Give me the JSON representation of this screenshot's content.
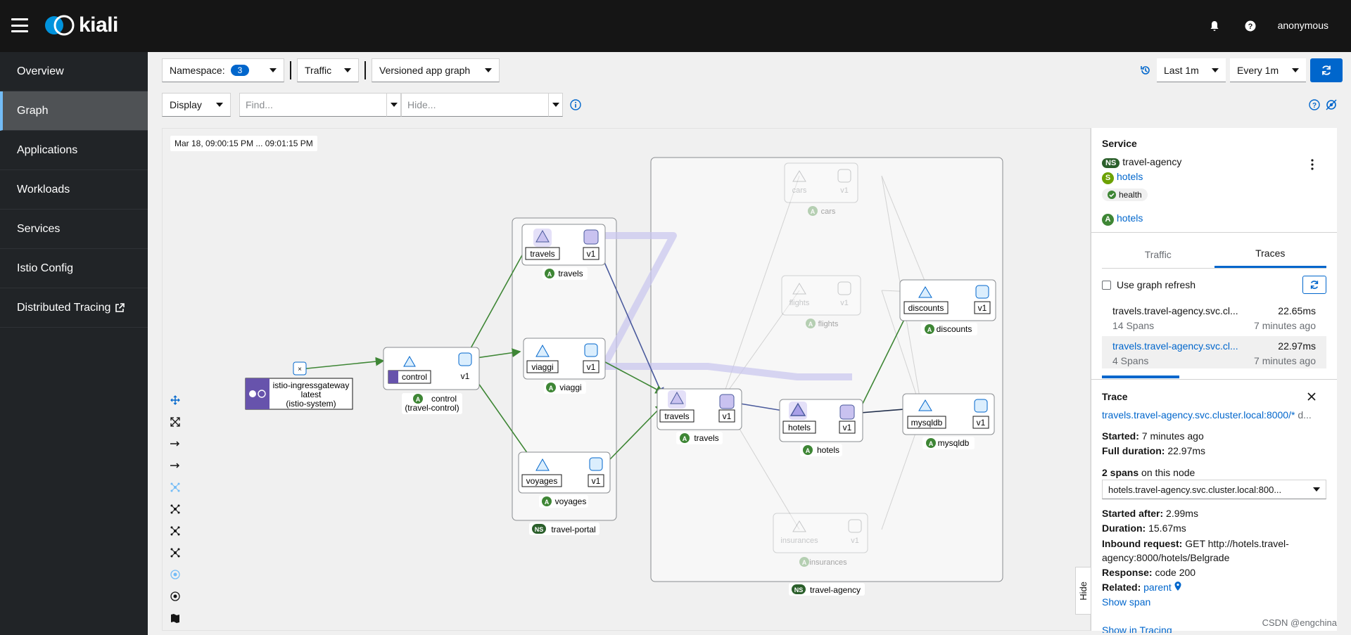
{
  "masthead": {
    "brand": "kiali",
    "user": "anonymous"
  },
  "sidebar": {
    "items": [
      {
        "label": "Overview",
        "active": false
      },
      {
        "label": "Graph",
        "active": true
      },
      {
        "label": "Applications",
        "active": false
      },
      {
        "label": "Workloads",
        "active": false
      },
      {
        "label": "Services",
        "active": false
      },
      {
        "label": "Istio Config",
        "active": false
      },
      {
        "label": "Distributed Tracing",
        "active": false
      }
    ]
  },
  "toolbar": {
    "namespace_label": "Namespace:",
    "namespace_count": "3",
    "traffic_label": "Traffic",
    "graph_type": "Versioned app graph",
    "duration": "Last 1m",
    "refresh_interval": "Every 1m",
    "display_label": "Display",
    "find_placeholder": "Find...",
    "hide_placeholder": "Hide..."
  },
  "graph": {
    "timestamp": "Mar 18, 09:00:15 PM ... 09:01:15 PM",
    "namespaces": {
      "portal": "travel-portal",
      "agency": "travel-agency",
      "ns_badge": "NS"
    },
    "nodes": {
      "ingress": [
        "istio-ingressgateway",
        "latest",
        "(istio-system)"
      ],
      "control": "control",
      "control_app": [
        "control",
        "(travel-control)"
      ],
      "travels": "travels",
      "viaggi": "viaggi",
      "voyages": "voyages",
      "cars": "cars",
      "flights": "flights",
      "insurances": "insurances",
      "discounts": "discounts",
      "hotels": "hotels",
      "mysqldb": "mysqldb",
      "version": "v1",
      "app_badge": "A"
    }
  },
  "panel": {
    "title": "Service",
    "namespace_badge": "NS",
    "namespace": "travel-agency",
    "service_badge": "S",
    "service": "hotels",
    "health": "health",
    "app_badge": "A",
    "app": "hotels",
    "tabs": [
      "Traffic",
      "Traces"
    ],
    "use_graph_refresh": "Use graph refresh",
    "traces": [
      {
        "name": "travels.travel-agency.svc.cl...",
        "duration": "22.65ms",
        "spans": "14 Spans",
        "age": "7 minutes ago"
      },
      {
        "name": "travels.travel-agency.svc.cl...",
        "duration": "22.97ms",
        "spans": "4 Spans",
        "age": "7 minutes ago"
      }
    ],
    "trace": {
      "title": "Trace",
      "link": "travels.travel-agency.svc.cluster.local:8000/*",
      "link_more": "d...",
      "started_label": "Started:",
      "started": "7 minutes ago",
      "full_duration_label": "Full duration:",
      "full_duration": "22.97ms",
      "spans_count": "2 spans",
      "spans_suffix": "on this node",
      "span_select": "hotels.travel-agency.svc.cluster.local:800...",
      "started_after_label": "Started after:",
      "started_after": "2.99ms",
      "duration_label": "Duration:",
      "duration": "15.67ms",
      "inbound_label": "Inbound request:",
      "inbound": "GET http://hotels.travel-agency:8000/hotels/Belgrade",
      "response_label": "Response:",
      "response": "code 200",
      "related_label": "Related:",
      "related": "parent",
      "show_span": "Show span",
      "show_in_tracing": "Show in Tracing"
    }
  },
  "hide_label": "Hide",
  "watermark": "CSDN @engchina",
  "colors": {
    "masthead": "#151515",
    "sidebar": "#212427",
    "accent": "#0066cc",
    "edge_ok": "#3e8635"
  }
}
